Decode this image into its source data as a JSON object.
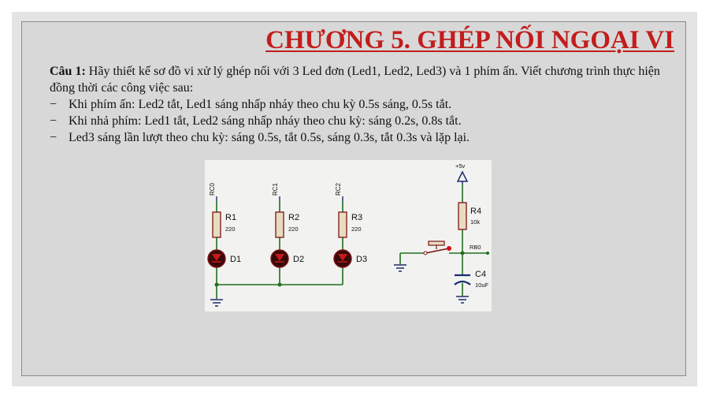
{
  "slide": {
    "title": "CHƯƠNG 5. GHÉP NỐI NGOẠI VI",
    "question": {
      "label": "Câu 1:",
      "text": " Hãy thiết kế sơ đồ vi xử lý ghép nối với 3 Led đơn (Led1, Led2, Led3) và 1 phím ấn. Viết chương trình thực hiện đồng thời các công việc sau:"
    },
    "requirements": [
      {
        "dash": "−",
        "text": "Khi phím ấn: Led2 tắt, Led1 sáng nhấp nháy theo chu kỳ 0.5s sáng, 0.5s tắt."
      },
      {
        "dash": "−",
        "text": "Khi nhả phím: Led1 tắt, Led2 sáng nhấp nháy theo chu kỳ: sáng 0.2s, 0.8s tắt."
      },
      {
        "dash": "−",
        "text": "Led3 sáng lần lượt theo chu kỳ: sáng 0.5s, tắt 0.5s, sáng 0.3s, tắt 0.3s và lặp lại."
      }
    ]
  },
  "circuit": {
    "led_branches": [
      {
        "port": "RC0",
        "resistor": "R1",
        "resistor_value": "220",
        "led": "D1"
      },
      {
        "port": "RC1",
        "resistor": "R2",
        "resistor_value": "220",
        "led": "D2"
      },
      {
        "port": "RC2",
        "resistor": "R3",
        "resistor_value": "220",
        "led": "D3"
      }
    ],
    "button_circuit": {
      "supply": "+5v",
      "resistor": "R4",
      "resistor_value": "10k",
      "port": "RB0",
      "capacitor": "C4",
      "capacitor_value": "10uF"
    },
    "colors": {
      "wire": "#1f6f1f",
      "component_outline": "#7a1414",
      "resistor_fill": "#e8dcc0",
      "led_fill": "#3a0a0a",
      "pin_dot": "#d01010",
      "ground_blue": "#1c2a6e"
    }
  }
}
